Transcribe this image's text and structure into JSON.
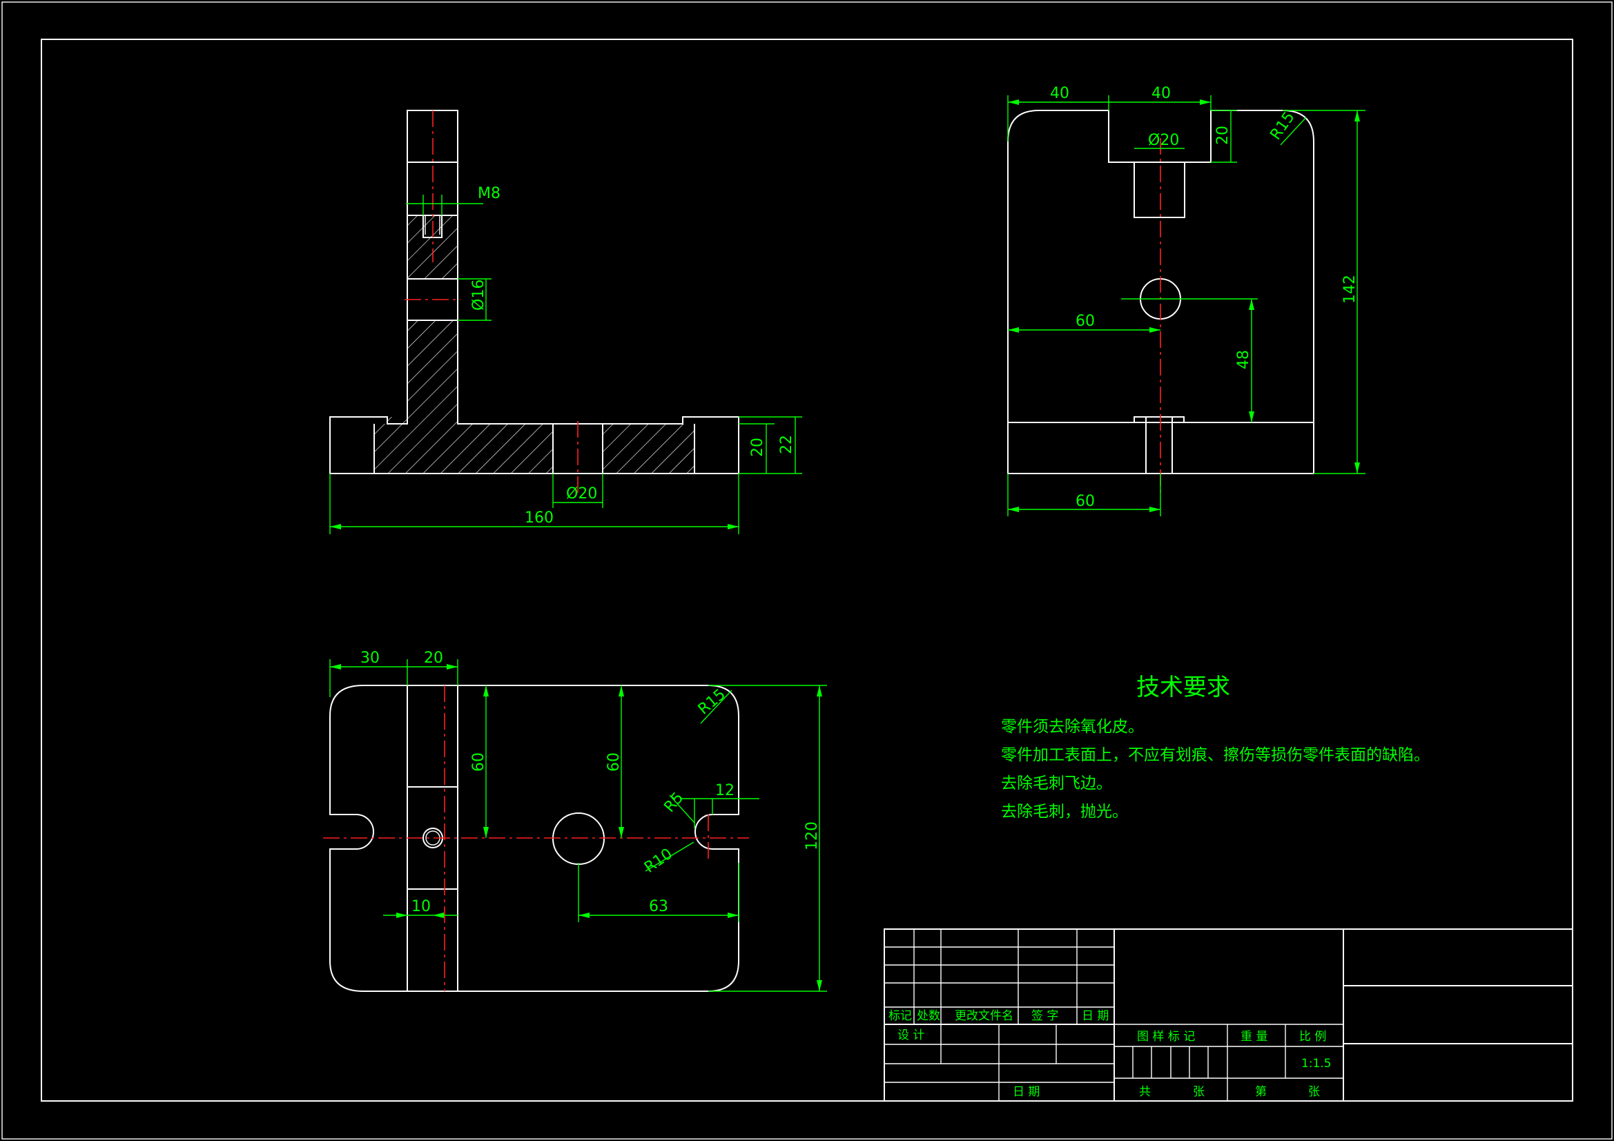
{
  "dims": {
    "m8": "M8",
    "d16": "Ø16",
    "d20_front": "Ø20",
    "w160": "160",
    "h20": "20",
    "h22": "22",
    "side_40a": "40",
    "side_40b": "40",
    "side_d20": "Ø20",
    "side_20": "20",
    "side_r15": "R15",
    "side_142": "142",
    "side_60a": "60",
    "side_48": "48",
    "side_60b": "60",
    "top_30": "30",
    "top_20": "20",
    "top_r15": "R15",
    "top_60a": "60",
    "top_60b": "60",
    "top_12": "12",
    "top_r5": "R5",
    "top_r10": "R10",
    "top_120": "120",
    "top_10": "10",
    "top_63": "63"
  },
  "tech": {
    "title": "技术要求",
    "lines": [
      "零件须去除氧化皮。",
      "零件加工表面上，不应有划痕、擦伤等损伤零件表面的缺陷。",
      "去除毛刺飞边。",
      "去除毛刺，抛光。"
    ]
  },
  "title_block": {
    "mark": "标记",
    "count": "处数",
    "change_doc": "更改文件名",
    "signature": "签  字",
    "date1": "日  期",
    "design": "设  计",
    "date2": "日  期",
    "drawing_mark": "图 样 标 记",
    "weight": "重  量",
    "scale_label": "比  例",
    "scale_value": "1:1.5",
    "total": "共",
    "sheets1": "张",
    "nth": "第",
    "sheets2": "张"
  },
  "colors": {
    "outline": "#ffffff",
    "dimension": "#00ff00",
    "centerline": "#ff2020",
    "background": "#000000"
  }
}
